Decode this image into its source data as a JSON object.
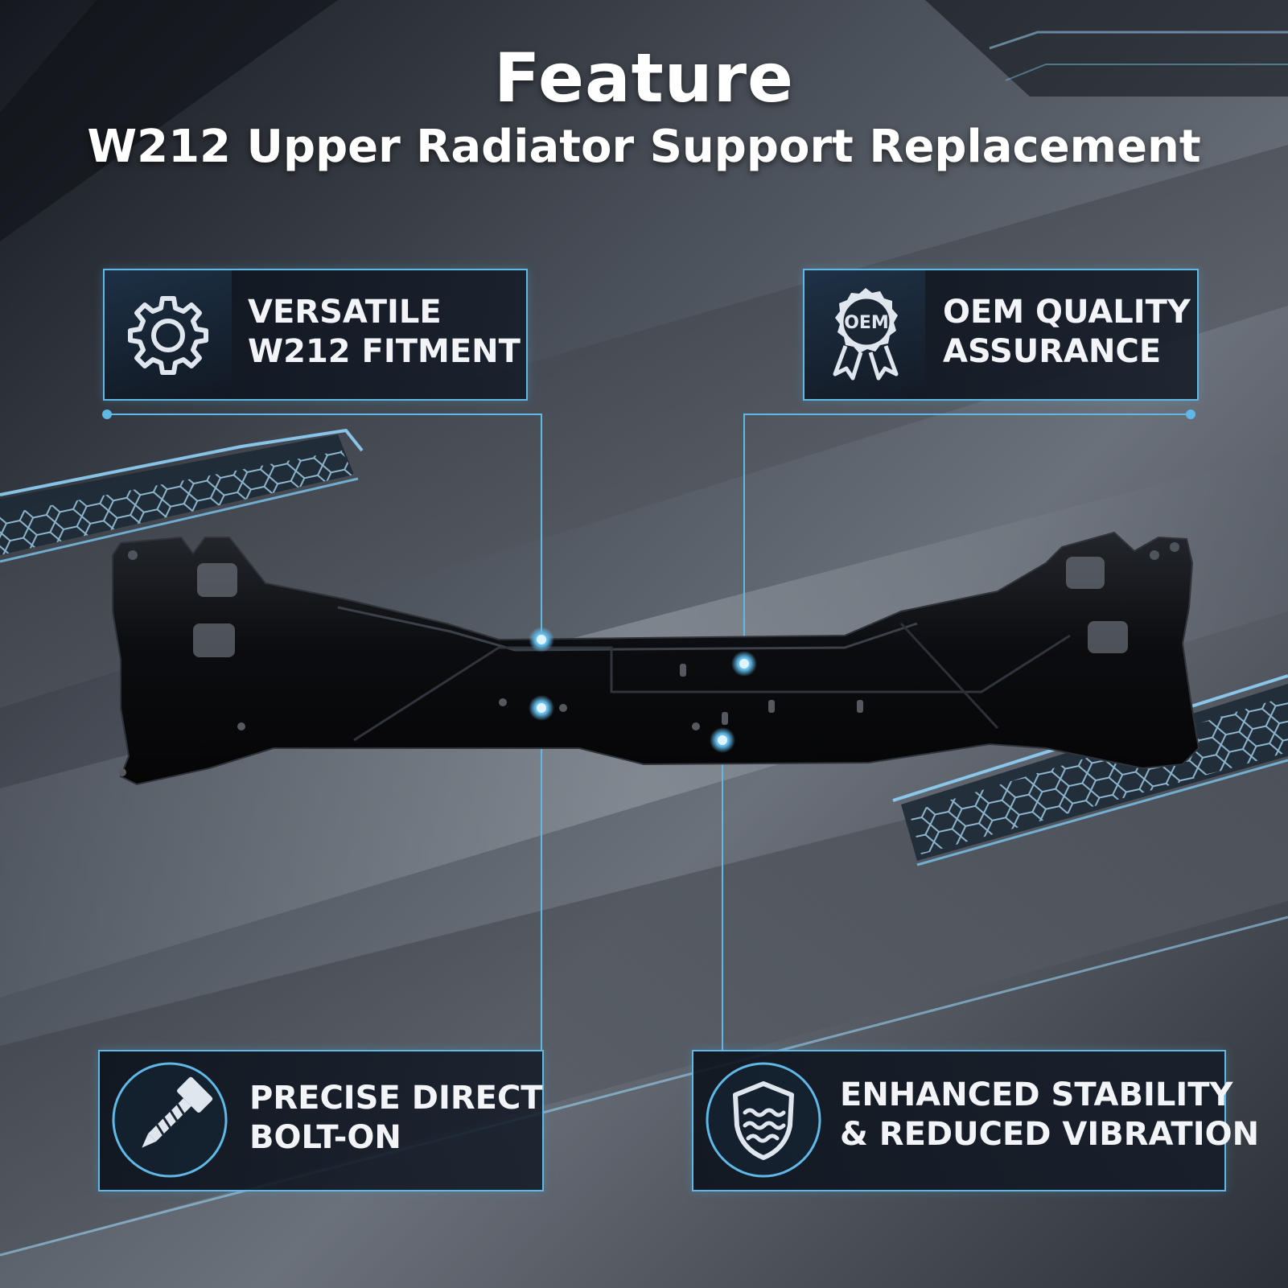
{
  "header": {
    "title": "Feature",
    "subtitle": "W212 Upper Radiator Support  Replacement"
  },
  "features": [
    {
      "icon": "gear-icon",
      "line1": "VERSATILE",
      "line2": "W212 FITMENT"
    },
    {
      "icon": "oem-badge-icon",
      "badge_text": "OEM",
      "line1": "OEM QUALITY",
      "line2": "ASSURANCE"
    },
    {
      "icon": "bolt-icon",
      "line1": "PRECISE DIRECT",
      "line2": "BOLT-ON"
    },
    {
      "icon": "shield-waves-icon",
      "line1": "ENHANCED STABILITY",
      "line2": "& REDUCED VIBRATION"
    }
  ],
  "colors": {
    "accent": "#5fb8e6",
    "card_background": "#101824",
    "part": "#0b0c0f",
    "text": "#ffffff"
  }
}
